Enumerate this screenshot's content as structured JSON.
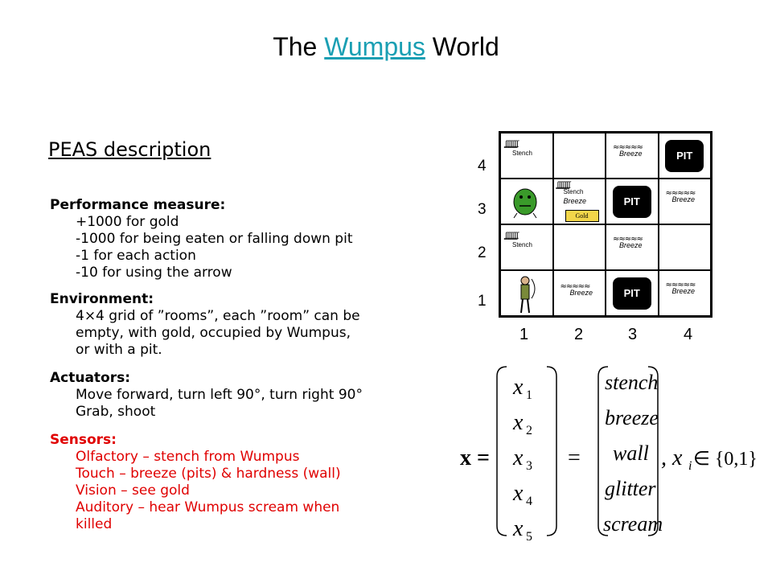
{
  "title": {
    "pre": "The ",
    "link": "Wumpus",
    "post": " World"
  },
  "peas_heading": "PEAS description",
  "performance": {
    "label": "Performance measure:",
    "items": [
      "+1000 for gold",
      "-1000 for being eaten or falling down pit",
      "-1 for each action",
      "-10 for using the arrow"
    ]
  },
  "environment": {
    "label": "Environment:",
    "lines": [
      "4×4 grid of ”rooms”, each ”room” can be",
      "empty, with gold, occupied by Wumpus,",
      "or with a pit."
    ]
  },
  "actuators": {
    "label": "Actuators:",
    "lines": [
      "Move forward, turn left 90°, turn right 90°",
      "Grab, shoot"
    ]
  },
  "sensors": {
    "label": "Sensors:",
    "lines": [
      "Olfactory – stench from Wumpus",
      "Touch – breeze (pits) & hardness (wall)",
      "Vision – see gold",
      "Auditory – hear Wumpus scream when",
      "killed"
    ]
  },
  "grid": {
    "row_labels": [
      "4",
      "3",
      "2",
      "1"
    ],
    "col_labels": [
      "1",
      "2",
      "3",
      "4"
    ],
    "pit_text": "PIT",
    "stench_text": "Stench",
    "breeze_text": "Breeze",
    "gold_text": "Gold"
  },
  "equation": {
    "lhs": "x =",
    "vars": [
      "x",
      "x",
      "x",
      "x",
      "x"
    ],
    "subs": [
      "1",
      "2",
      "3",
      "4",
      "5"
    ],
    "eq": "=",
    "words": [
      "stench",
      "breeze",
      "wall",
      "glitter",
      "scream"
    ],
    "tail": ", x",
    "tail_sub": "i",
    "tail_set": " ∈ {0,1}"
  },
  "colors": {
    "link": "#1a9fb3",
    "sensors": "#e00000"
  }
}
